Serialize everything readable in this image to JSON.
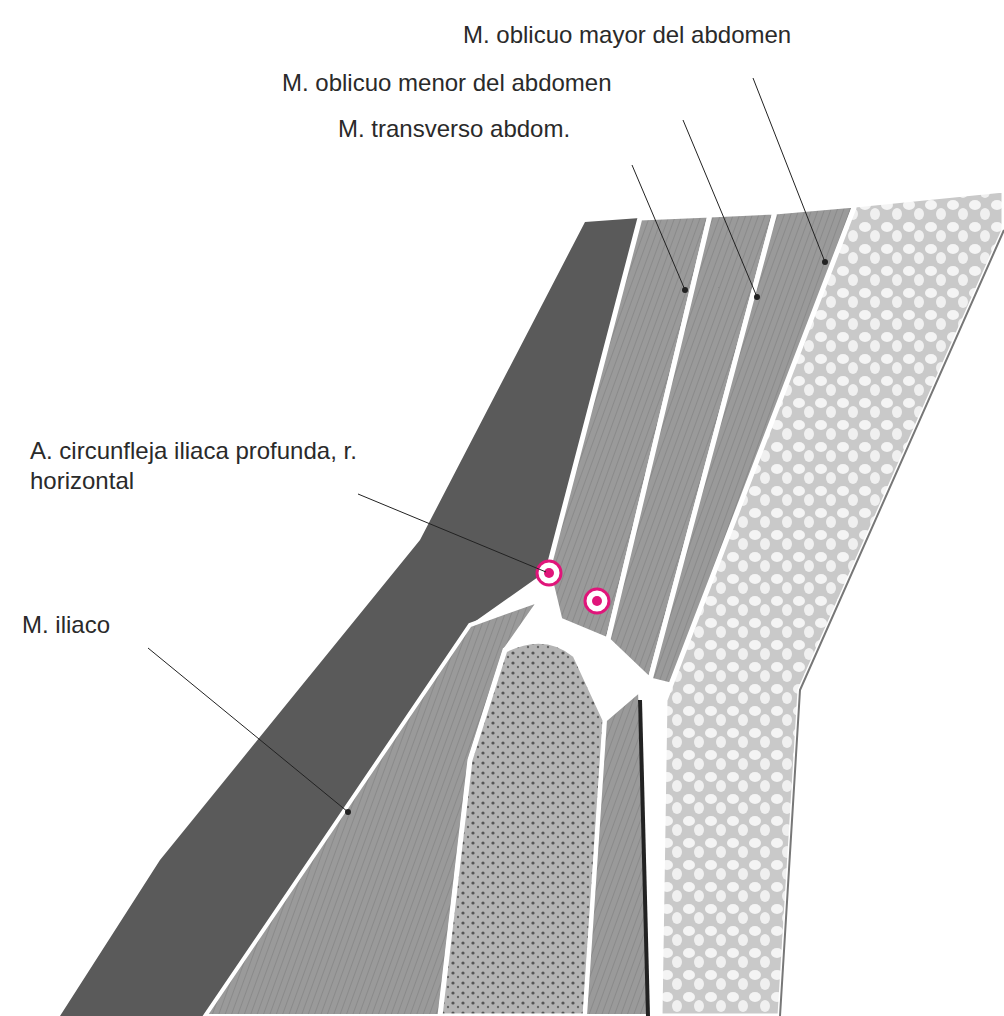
{
  "diagram": {
    "labels": [
      "M. oblicuo mayor del abdomen",
      "M. oblicuo menor del abdomen",
      "M. transverso abdom.",
      "A. circunfleja iliaca profunda, r. horizontal",
      "M. iliaco"
    ]
  }
}
